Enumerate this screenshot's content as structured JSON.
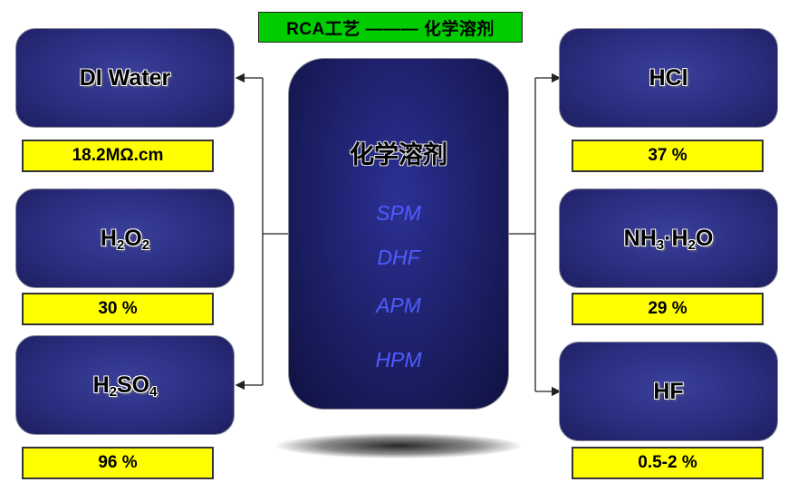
{
  "title": "RCA工艺 ——— 化学溶剂",
  "center": {
    "title": "化学溶剂",
    "methods": [
      "SPM",
      "DHF",
      "APM",
      "HPM"
    ]
  },
  "left": [
    {
      "chem_html": "DI Water",
      "value": "18.2MΩ.cm"
    },
    {
      "chem_html": "H<sub>2</sub>O<sub>2</sub>",
      "value": "30 %"
    },
    {
      "chem_html": "H<sub>2</sub>SO<sub>4</sub>",
      "value": "96 %"
    }
  ],
  "right": [
    {
      "chem_html": "HCl",
      "value": "37 %"
    },
    {
      "chem_html": "NH<sub>3</sub>·H<sub>2</sub>O",
      "value": "29 %"
    },
    {
      "chem_html": "HF",
      "value": "0.5-2 %"
    }
  ],
  "colors": {
    "title_bg": "#00cc00",
    "value_bg": "#ffff00",
    "box_blue": "#2a2e80",
    "method_text": "#4f5cff"
  }
}
